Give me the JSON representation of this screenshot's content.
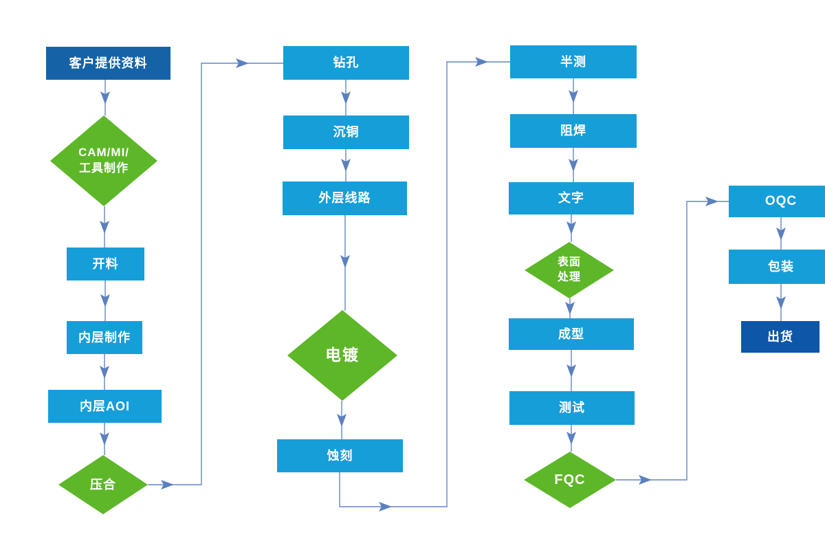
{
  "diagram": {
    "type": "flowchart",
    "language": "zh-CN",
    "colors": {
      "process_box": "#169ed9",
      "start_box": "#1563a6",
      "end_box": "#0e56a7",
      "decision_diamond": "#5db728",
      "connector_line": "#6286c3",
      "arrowhead": "#5b80bf",
      "label_text": "#ffffff",
      "background": "#ffffff"
    },
    "nodes": [
      {
        "id": "customer-data",
        "type": "start",
        "label": "客户提供资料"
      },
      {
        "id": "cam-mi-tooling",
        "type": "decision",
        "label": "CAM/MI/\n工具制作"
      },
      {
        "id": "cutting",
        "type": "process",
        "label": "开料"
      },
      {
        "id": "inner-layer",
        "type": "process",
        "label": "内层制作"
      },
      {
        "id": "inner-aoi",
        "type": "process",
        "label": "内层AOI"
      },
      {
        "id": "lamination",
        "type": "decision",
        "label": "压合"
      },
      {
        "id": "drilling",
        "type": "process",
        "label": "钻孔"
      },
      {
        "id": "copper-deposition",
        "type": "process",
        "label": "沉铜"
      },
      {
        "id": "outer-circuit",
        "type": "process",
        "label": "外层线路"
      },
      {
        "id": "plating",
        "type": "decision",
        "label": "电镀"
      },
      {
        "id": "etching",
        "type": "process",
        "label": "蚀刻"
      },
      {
        "id": "half-test",
        "type": "process",
        "label": "半测"
      },
      {
        "id": "solder-mask",
        "type": "process",
        "label": "阻焊"
      },
      {
        "id": "silkscreen",
        "type": "process",
        "label": "文字"
      },
      {
        "id": "surface-treatment",
        "type": "decision",
        "label": "表面\n处理"
      },
      {
        "id": "forming",
        "type": "process",
        "label": "成型"
      },
      {
        "id": "testing",
        "type": "process",
        "label": "测试"
      },
      {
        "id": "fqc",
        "type": "decision",
        "label": "FQC"
      },
      {
        "id": "oqc",
        "type": "process",
        "label": "OQC"
      },
      {
        "id": "packing",
        "type": "process",
        "label": "包装"
      },
      {
        "id": "shipping",
        "type": "end",
        "label": "出货"
      }
    ],
    "edges": [
      [
        "customer-data",
        "cam-mi-tooling"
      ],
      [
        "cam-mi-tooling",
        "cutting"
      ],
      [
        "cutting",
        "inner-layer"
      ],
      [
        "inner-layer",
        "inner-aoi"
      ],
      [
        "inner-aoi",
        "lamination"
      ],
      [
        "lamination",
        "drilling"
      ],
      [
        "drilling",
        "copper-deposition"
      ],
      [
        "copper-deposition",
        "outer-circuit"
      ],
      [
        "outer-circuit",
        "plating"
      ],
      [
        "plating",
        "etching"
      ],
      [
        "etching",
        "half-test"
      ],
      [
        "half-test",
        "solder-mask"
      ],
      [
        "solder-mask",
        "silkscreen"
      ],
      [
        "silkscreen",
        "surface-treatment"
      ],
      [
        "surface-treatment",
        "forming"
      ],
      [
        "forming",
        "testing"
      ],
      [
        "testing",
        "fqc"
      ],
      [
        "fqc",
        "oqc"
      ],
      [
        "oqc",
        "packing"
      ],
      [
        "packing",
        "shipping"
      ]
    ]
  }
}
